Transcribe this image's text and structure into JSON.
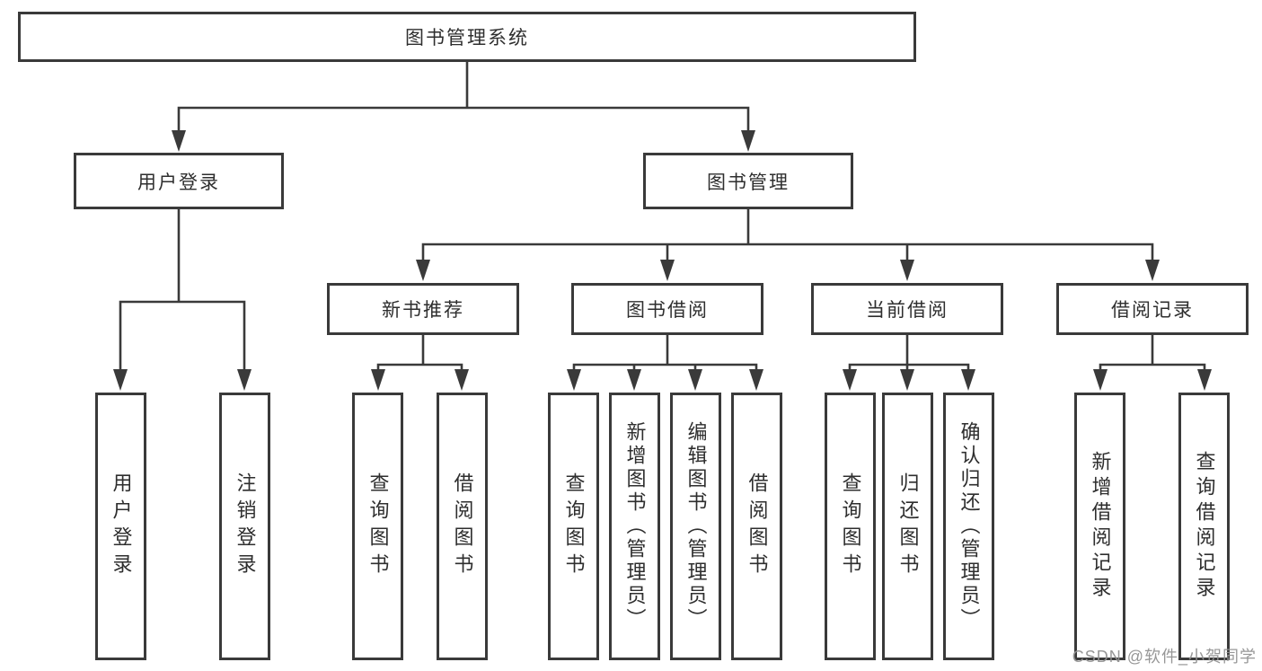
{
  "diagram_title": "图书管理系统",
  "tree": {
    "label": "图书管理系统",
    "children": [
      {
        "label": "用户登录",
        "children": [
          {
            "label": "用户登录"
          },
          {
            "label": "注销登录"
          }
        ]
      },
      {
        "label": "图书管理",
        "children": [
          {
            "label": "新书推荐",
            "children": [
              {
                "label": "查询图书"
              },
              {
                "label": "借阅图书"
              }
            ]
          },
          {
            "label": "图书借阅",
            "children": [
              {
                "label": "查询图书"
              },
              {
                "label": "新增图书（管理员）"
              },
              {
                "label": "编辑图书（管理员）"
              },
              {
                "label": "借阅图书"
              }
            ]
          },
          {
            "label": "当前借阅",
            "children": [
              {
                "label": "查询图书"
              },
              {
                "label": "归还图书"
              },
              {
                "label": "确认归还（管理员）"
              }
            ]
          },
          {
            "label": "借阅记录",
            "children": [
              {
                "label": "新增借阅记录"
              },
              {
                "label": "查询借阅记录"
              }
            ]
          }
        ]
      }
    ]
  },
  "watermark": {
    "text": "CSDN @软件_小贺同学"
  },
  "colors": {
    "line": "#3a3a3a",
    "box_border": "#3a3a3a",
    "box_fill": "#ffffff",
    "text": "#2e2e2e",
    "watermark": "#919191"
  }
}
